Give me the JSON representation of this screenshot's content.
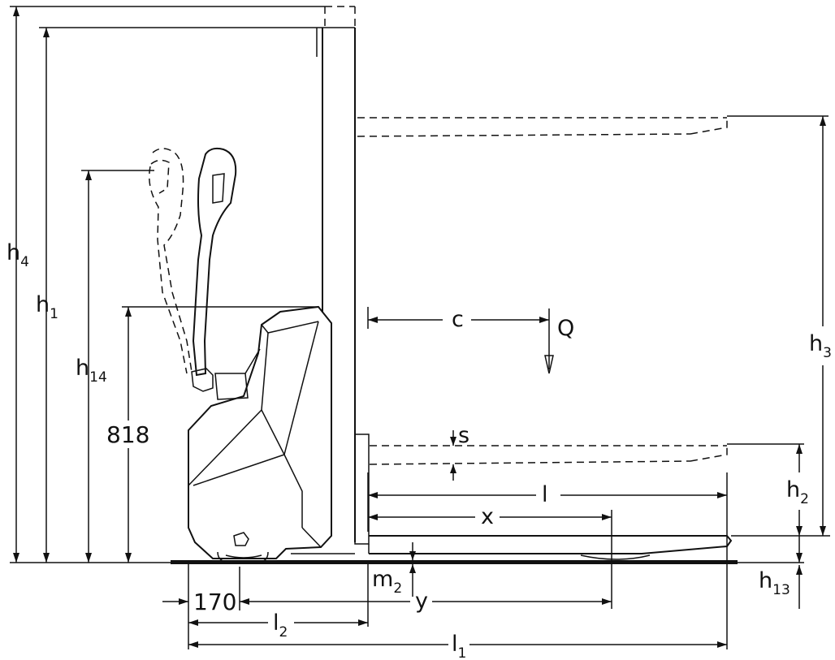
{
  "labels": {
    "h4": {
      "main": "h",
      "sub": "4"
    },
    "h1": {
      "main": "h",
      "sub": "1"
    },
    "h14": {
      "main": "h",
      "sub": "14"
    },
    "h3": {
      "main": "h",
      "sub": "3"
    },
    "h2": {
      "main": "h",
      "sub": "2"
    },
    "h13": {
      "main": "h",
      "sub": "13"
    },
    "m2": {
      "main": "m",
      "sub": "2"
    },
    "l1": {
      "main": "l",
      "sub": "1"
    },
    "l2": {
      "main": "l",
      "sub": "2"
    },
    "c": "c",
    "q": "Q",
    "s": "s",
    "l": "l",
    "x": "x",
    "y": "y"
  },
  "values": {
    "height_818": "818",
    "offset_170": "170"
  }
}
